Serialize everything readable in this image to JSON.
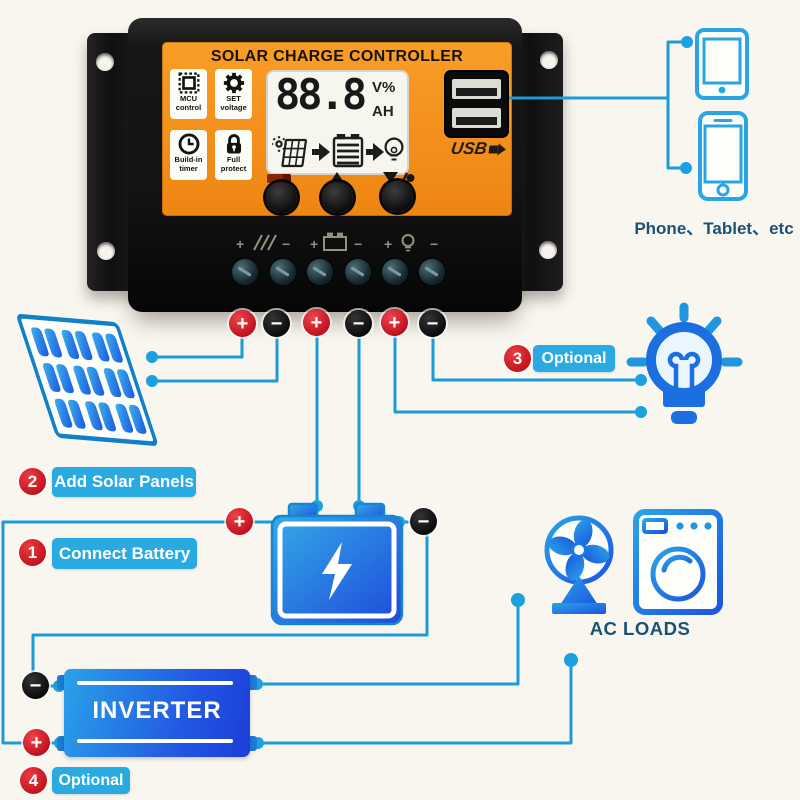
{
  "title": "SOLAR CHARGE CONTROLLER",
  "device": {
    "features": [
      {
        "icon": "chip-icon",
        "line1": "MCU",
        "line2": "control"
      },
      {
        "icon": "gear-icon",
        "line1": "SET",
        "line2": "voltage"
      },
      {
        "icon": "clock-icon",
        "line1": "Build-in",
        "line2": "timer"
      },
      {
        "icon": "lock-icon",
        "line1": "Full",
        "line2": "protect"
      }
    ],
    "lcd": {
      "value": "88.8",
      "unit_top": "V%",
      "unit_bottom": "AH"
    },
    "usb_label": "USB"
  },
  "symbols": {
    "plus": "+",
    "minus": "−"
  },
  "steps": {
    "one": {
      "num": "1",
      "label": "Connect Battery"
    },
    "two": {
      "num": "2",
      "label": "Add Solar Panels"
    },
    "three": {
      "num": "3",
      "label": "Optional"
    },
    "four": {
      "num": "4",
      "label": "Optional"
    }
  },
  "labels": {
    "phone_tablet": "Phone、Tablet、etc",
    "ac_loads": "AC LOADS",
    "inverter": "INVERTER"
  },
  "colors": {
    "wire": "#1b9cd8",
    "label_box": "#29abe2",
    "positive_red": "#c91019",
    "negative_black": "#0c0c0c",
    "facia_orange": "#f7941d",
    "icon_blue_light": "#2aa7e6",
    "icon_blue_deep": "#1b50dc"
  }
}
